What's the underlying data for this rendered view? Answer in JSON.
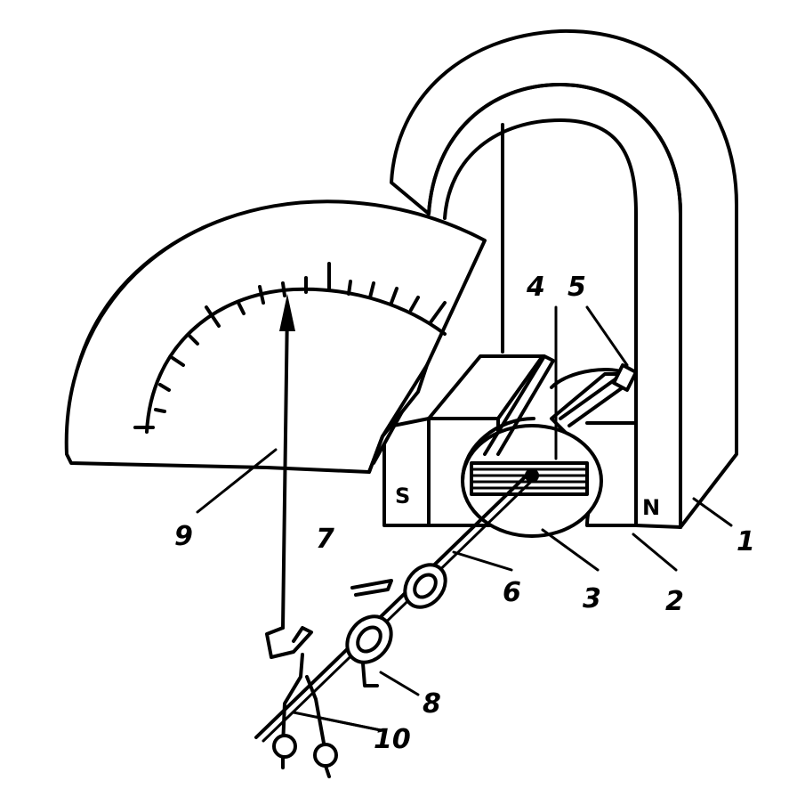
{
  "labels": {
    "l1": "1",
    "l2": "2",
    "l3": "3",
    "l4": "4",
    "l5": "5",
    "l6": "6",
    "l7": "7",
    "l8": "8",
    "l9": "9",
    "l10": "10"
  },
  "poles": {
    "south": "S",
    "north": "N"
  },
  "colors": {
    "ink": "#000000",
    "background": "#ffffff"
  }
}
